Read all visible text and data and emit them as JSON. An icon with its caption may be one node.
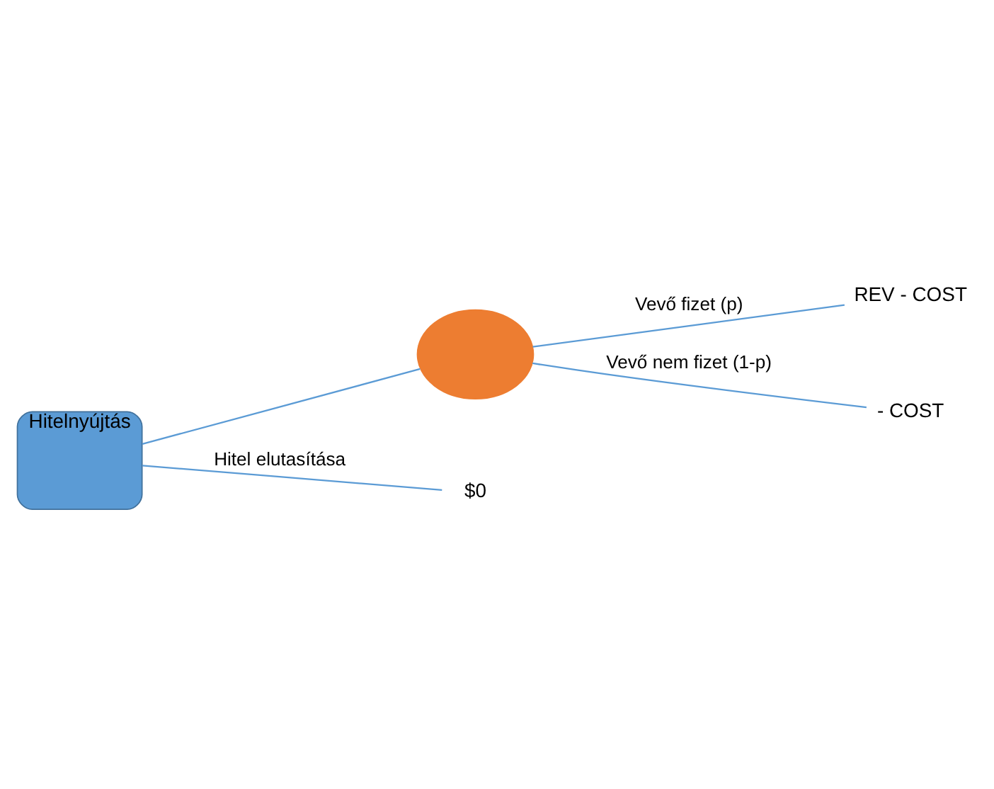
{
  "diagram": {
    "nodes": [
      {
        "text": [
          "Hitelnyújtás"
        ]
      },
      {
        "text": [],
        "shape": "circle"
      },
      {
        "text": [
          "REV - COST"
        ]
      },
      {
        "text": [
          "- COST"
        ]
      },
      {
        "text": [
          "$0"
        ]
      }
    ],
    "edges": [
      {
        "from": 0,
        "to": 1,
        "arrow": "none"
      },
      {
        "from": 1,
        "to": 2,
        "arrow": "none",
        "label": "Vevő fizet (p)"
      },
      {
        "from": 1,
        "to": 3,
        "arrow": "none",
        "label": "Vevő nem fizet (1-p)"
      },
      {
        "from": 0,
        "to": 4,
        "arrow": "none",
        "label": "Hitel elutasítása"
      }
    ]
  }
}
